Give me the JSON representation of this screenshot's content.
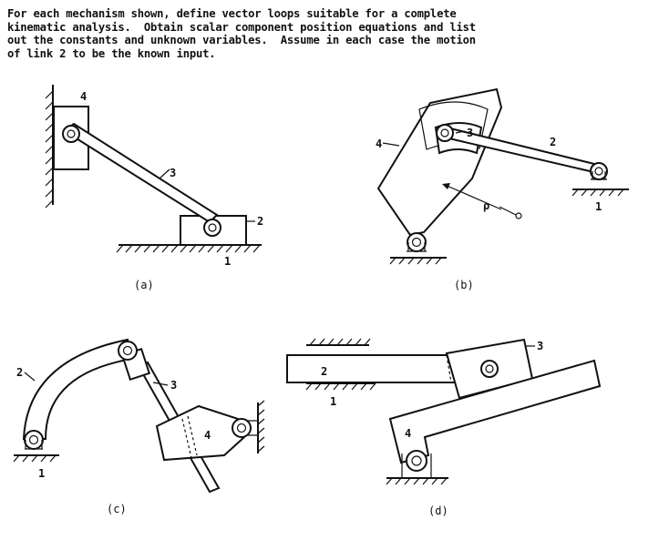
{
  "problem": {
    "lines": [
      "For each mechanism shown, define vector loops suitable for a complete",
      "kinematic analysis.  Obtain scalar component position equations and list",
      "out the constants and unknown variables.  Assume in each case the motion",
      "of link 2 to be the known input."
    ]
  },
  "figures": {
    "a": {
      "caption": "(a)",
      "labels": {
        "l4": "4",
        "l3": "3",
        "l2": "2",
        "l1": "1"
      }
    },
    "b": {
      "caption": "(b)",
      "labels": {
        "l3": "3",
        "l2": "2",
        "l4": "4",
        "l1": "1",
        "rho": "ρ"
      }
    },
    "c": {
      "caption": "(c)",
      "labels": {
        "l2": "2",
        "l3": "3",
        "l4": "4",
        "l1": "1"
      }
    },
    "d": {
      "caption": "(d)",
      "labels": {
        "l3": "3",
        "l2": "2",
        "l1": "1",
        "l4": "4"
      }
    }
  }
}
